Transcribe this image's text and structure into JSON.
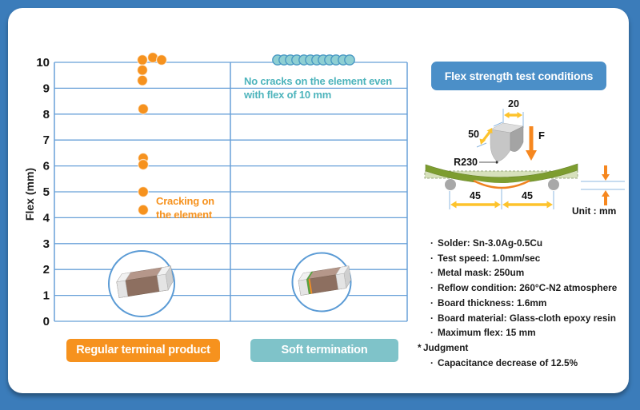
{
  "frame": {
    "border_color": "#3b7cba",
    "card_color": "#ffffff"
  },
  "chart": {
    "ylabel": "Flex (mm)"
  },
  "chart_data": {
    "type": "scatter",
    "title": "",
    "xlabel": "",
    "ylabel": "Flex (mm)",
    "ylim": [
      0,
      10
    ],
    "yticks": [
      0,
      1,
      2,
      3,
      4,
      5,
      6,
      7,
      8,
      9,
      10
    ],
    "grid": true,
    "categories": [
      "Regular terminal product",
      "Soft termination"
    ],
    "series": [
      {
        "name": "Regular terminal product",
        "color": "#f6921e",
        "stroke": "rgba(255,255,255,0.65)",
        "values": [
          10,
          10,
          10,
          9.7,
          9.3,
          8.2,
          6.3,
          6.05,
          5.0,
          4.3
        ]
      },
      {
        "name": "Soft termination",
        "color": "#8ecfd3",
        "stroke": "#4596c2",
        "values": [
          10,
          10,
          10,
          10,
          10,
          10,
          10,
          10,
          10,
          10,
          10,
          10
        ]
      }
    ],
    "annotations": [
      {
        "text": "No cracks on the element even with flex of 10 mm",
        "color": "#4db4bc",
        "series": "Soft termination"
      },
      {
        "text": "Cracking on the element",
        "color": "#f6921e",
        "series": "Regular terminal product"
      }
    ],
    "legend_position": "bottom"
  },
  "legend": {
    "regular_label": "Regular terminal product",
    "regular_color": "#f6921e",
    "soft_label": "Soft termination",
    "soft_color": "#7fc3c9"
  },
  "panel": {
    "title": "Flex strength test conditions",
    "title_bg": "#4b8fc8",
    "diagram": {
      "top_width": "20",
      "side_depth": "50",
      "tip_radius": "R230",
      "force": "F",
      "span_left": "45",
      "span_right": "45",
      "unit": "Unit : mm"
    },
    "conditions": [
      {
        "b": "·",
        "t": "Solder: Sn-3.0Ag-0.5Cu"
      },
      {
        "b": "·",
        "t": "Test speed: 1.0mm/sec"
      },
      {
        "b": "·",
        "t": "Metal mask: 250um"
      },
      {
        "b": "·",
        "t": "Reflow condition: 260°C-N2 atmosphere"
      },
      {
        "b": "·",
        "t": "Board thickness: 1.6mm"
      },
      {
        "b": "·",
        "t": "Board material: Glass-cloth epoxy resin"
      },
      {
        "b": "·",
        "t": "Maximum flex: 15 mm"
      },
      {
        "b": "*",
        "t": "Judgment"
      },
      {
        "b": "·",
        "t": "Capacitance decrease of 12.5%"
      }
    ]
  }
}
